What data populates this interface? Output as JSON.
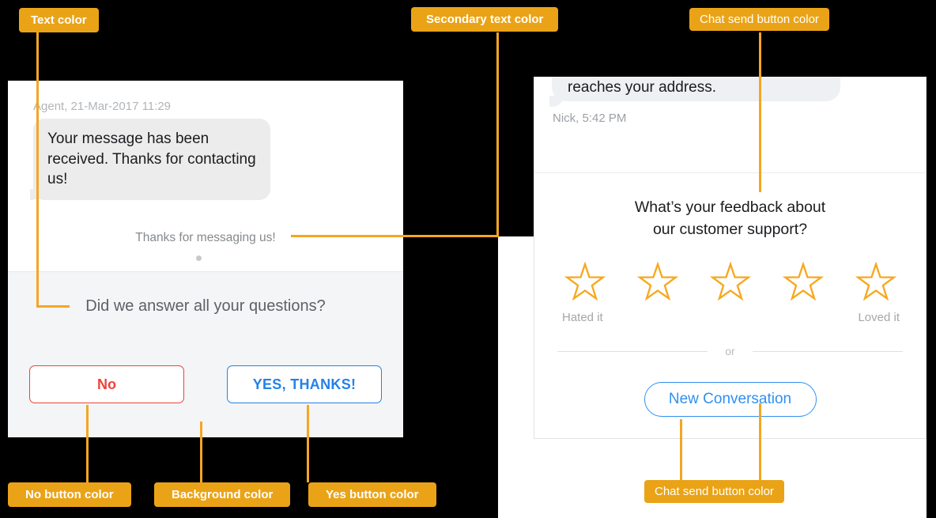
{
  "colors": {
    "badge_bg": "#EAA317",
    "connector": "#F5A623",
    "no_button": "#EE4239",
    "yes_button": "#2481E8",
    "new_conversation_button": "#2E90F2",
    "star_outline": "#F7A81E",
    "left_footer_bg": "#F4F5F7",
    "left_bubble_bg": "#ECECEC",
    "right_bubble_bg": "#EFF0F4",
    "primary_text": "#1A1C1F",
    "secondary_text": "#85898D",
    "meta_text": "#B1B5B9",
    "canvas_bg": "#000000"
  },
  "annotations": {
    "text_color": "Text color",
    "secondary_text_color": "Secondary text color",
    "chat_send_button_color_top": "Chat send button color",
    "no_button_color": "No button color",
    "background_color": "Background color",
    "yes_button_color": "Yes button color",
    "chat_send_button_color_bottom": "Chat send button color"
  },
  "left_chat": {
    "meta": "Agent, 21-Mar-2017 11:29",
    "bubble_lines": [
      "Your message has been",
      "received. Thanks for contacting",
      "us!"
    ],
    "secondary_text": "Thanks for messaging us!",
    "question": "Did we answer all your questions?",
    "no_label": "No",
    "yes_label": "YES, THANKS!"
  },
  "right_chat": {
    "bubble_text": "reaches your address.",
    "meta": "Nick, 5:42 PM",
    "feedback_lines": [
      "What’s your feedback about",
      "our customer support?"
    ],
    "star_count": 5,
    "hated_label": "Hated it",
    "loved_label": "Loved it",
    "or_label": "or",
    "new_conversation_label": "New Conversation"
  }
}
